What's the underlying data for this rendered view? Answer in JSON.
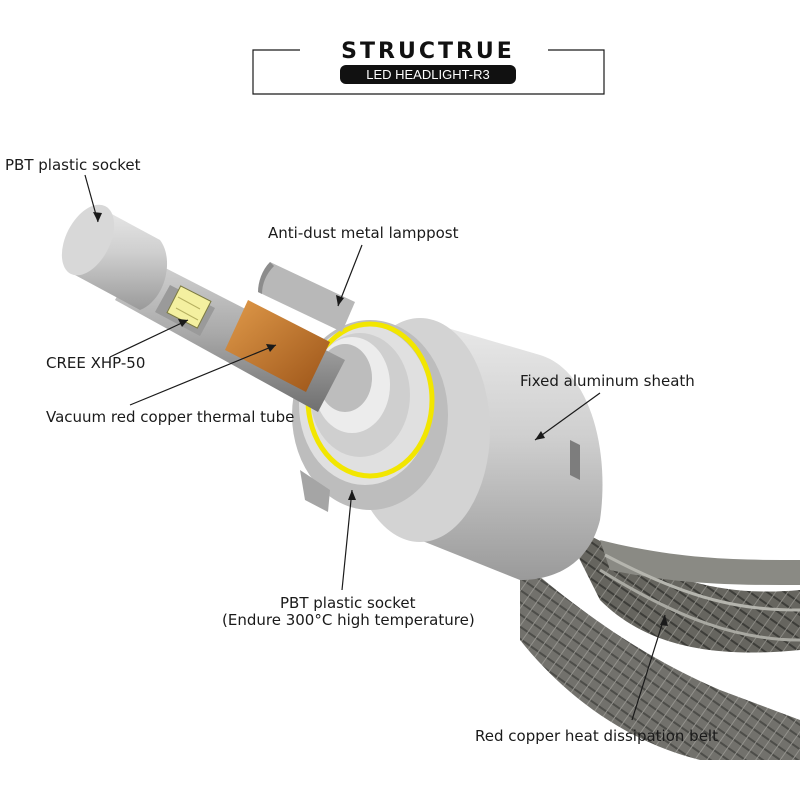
{
  "header": {
    "title": "STRUCTRUE",
    "subtitle": "LED HEADLIGHT-R3"
  },
  "labels": {
    "pbt_socket_top": "PBT plastic socket",
    "anti_dust": "Anti-dust metal lamppost",
    "cree": "CREE XHP-50",
    "vacuum_tube": "Vacuum red copper thermal tube",
    "aluminum_sheath": "Fixed aluminum sheath",
    "pbt_socket_bottom_line1": "PBT plastic socket",
    "pbt_socket_bottom_line2": "(Endure 300°C high temperature)",
    "heat_belt": "Red copper heat dissipation belt"
  },
  "colors": {
    "body_gray": "#c9c9c9",
    "dark_gray": "#8e8e8e",
    "copper": "#c8782a",
    "yellow_ring": "#f2e600",
    "led_chip": "#f4f0a0",
    "braid": "#5a5a55"
  }
}
